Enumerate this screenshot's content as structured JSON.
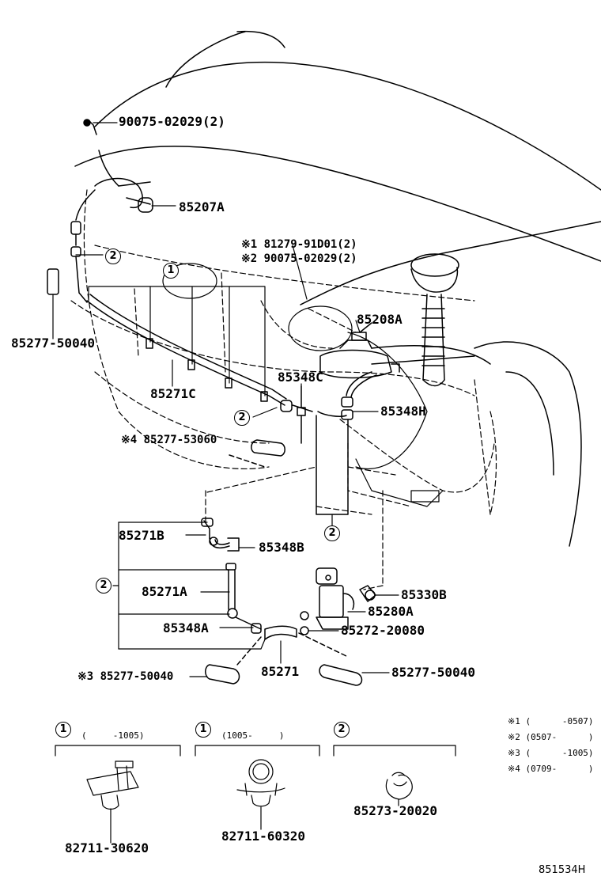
{
  "diagram_code": "851534H",
  "callouts": {
    "c1": "1",
    "c2": "2"
  },
  "parts": {
    "bolt_top": "90075-02029(2)",
    "nozzle_upper": "85207A",
    "clip_note1": "※1 81279-91D01(2)",
    "clip_note2": "※2 90075-02029(2)",
    "pump_motor": "85208A",
    "tube_left": "85277-50040",
    "hose_main": "85271C",
    "joint_c": "85348C",
    "joint_h": "85348H",
    "tube_note4": "※4 85277-53060",
    "hose_b": "85271B",
    "joint_b": "85348B",
    "hose_a": "85271A",
    "cap": "85330B",
    "pump": "85280A",
    "joint_a": "85348A",
    "clamp": "85272-20080",
    "tube_note3": "※3 85277-50040",
    "hose": "85271",
    "tube_right": "85277-50040",
    "clip1a": "82711-30620",
    "clip1b": "82711-60320",
    "clip2": "85273-20020"
  },
  "inset_notes": {
    "n1a": "(     -1005)",
    "n1b": "(1005-     )"
  },
  "legend": [
    "※1 (      -0507)",
    "※2 (0507-      )",
    "※3 (      -1005)",
    "※4 (0709-      )"
  ]
}
